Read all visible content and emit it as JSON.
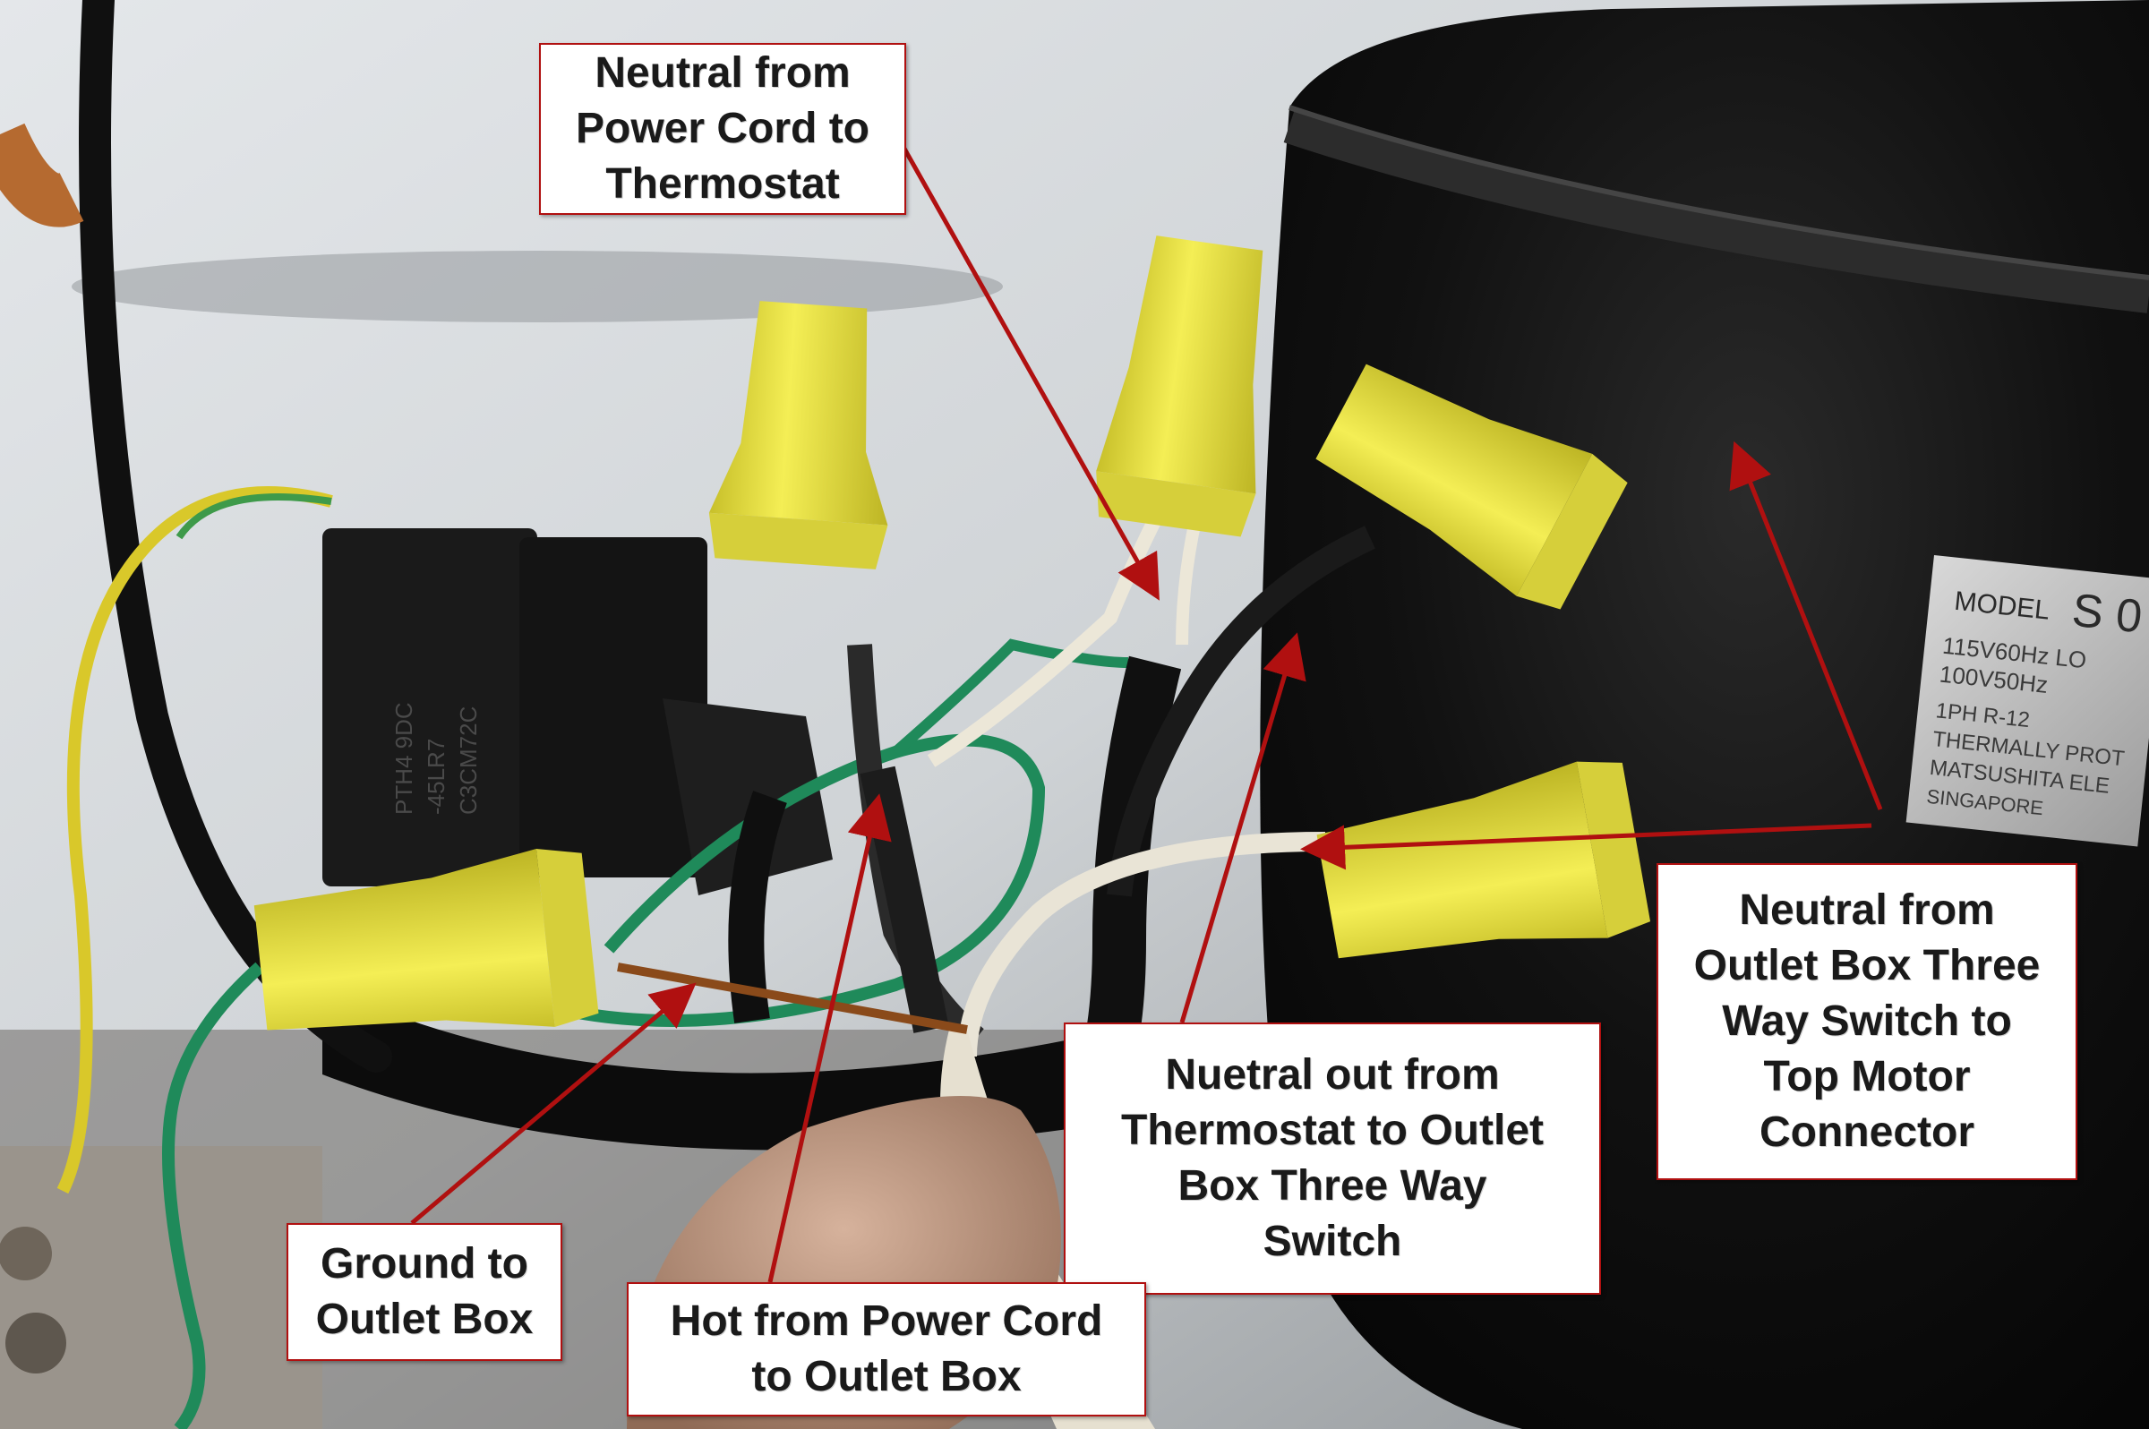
{
  "labels": {
    "neutral_cord": [
      "Neutral from",
      "Power Cord to",
      "Thermostat"
    ],
    "neutral_outlet": [
      "Neutral from",
      "Outlet Box Three",
      "Way Switch to",
      "Top Motor",
      "Connector"
    ],
    "nuetral_out": [
      "Nuetral out from",
      "Thermostat to Outlet",
      "Box Three Way",
      "Switch"
    ],
    "ground": [
      "Ground to",
      "Outlet Box"
    ],
    "hot": [
      "Hot from Power Cord",
      "to Outlet Box"
    ]
  },
  "compressor_plate": {
    "model": "MODEL",
    "model_code": "S 0",
    "line1": "115V60Hz LO",
    "line2": "100V50Hz",
    "line3": "1PH R-12",
    "line4": "THERMALLY PROT",
    "line5": "MATSUSHITA ELE",
    "line6": "SINGAPORE"
  },
  "relay_text": {
    "line1": "PTH4 9DC",
    "line2": "-45LR7",
    "line3": "C3CM72C"
  },
  "colors": {
    "arrow": "#b01010",
    "wire_nut": "#e8e234",
    "ground_wire": "#1f8a5a",
    "neutral_wire": "#e9e4d6",
    "hot_wire": "#1c1c1c",
    "compressor": "#0d0d0d",
    "background_wall": "#d9dde0"
  }
}
